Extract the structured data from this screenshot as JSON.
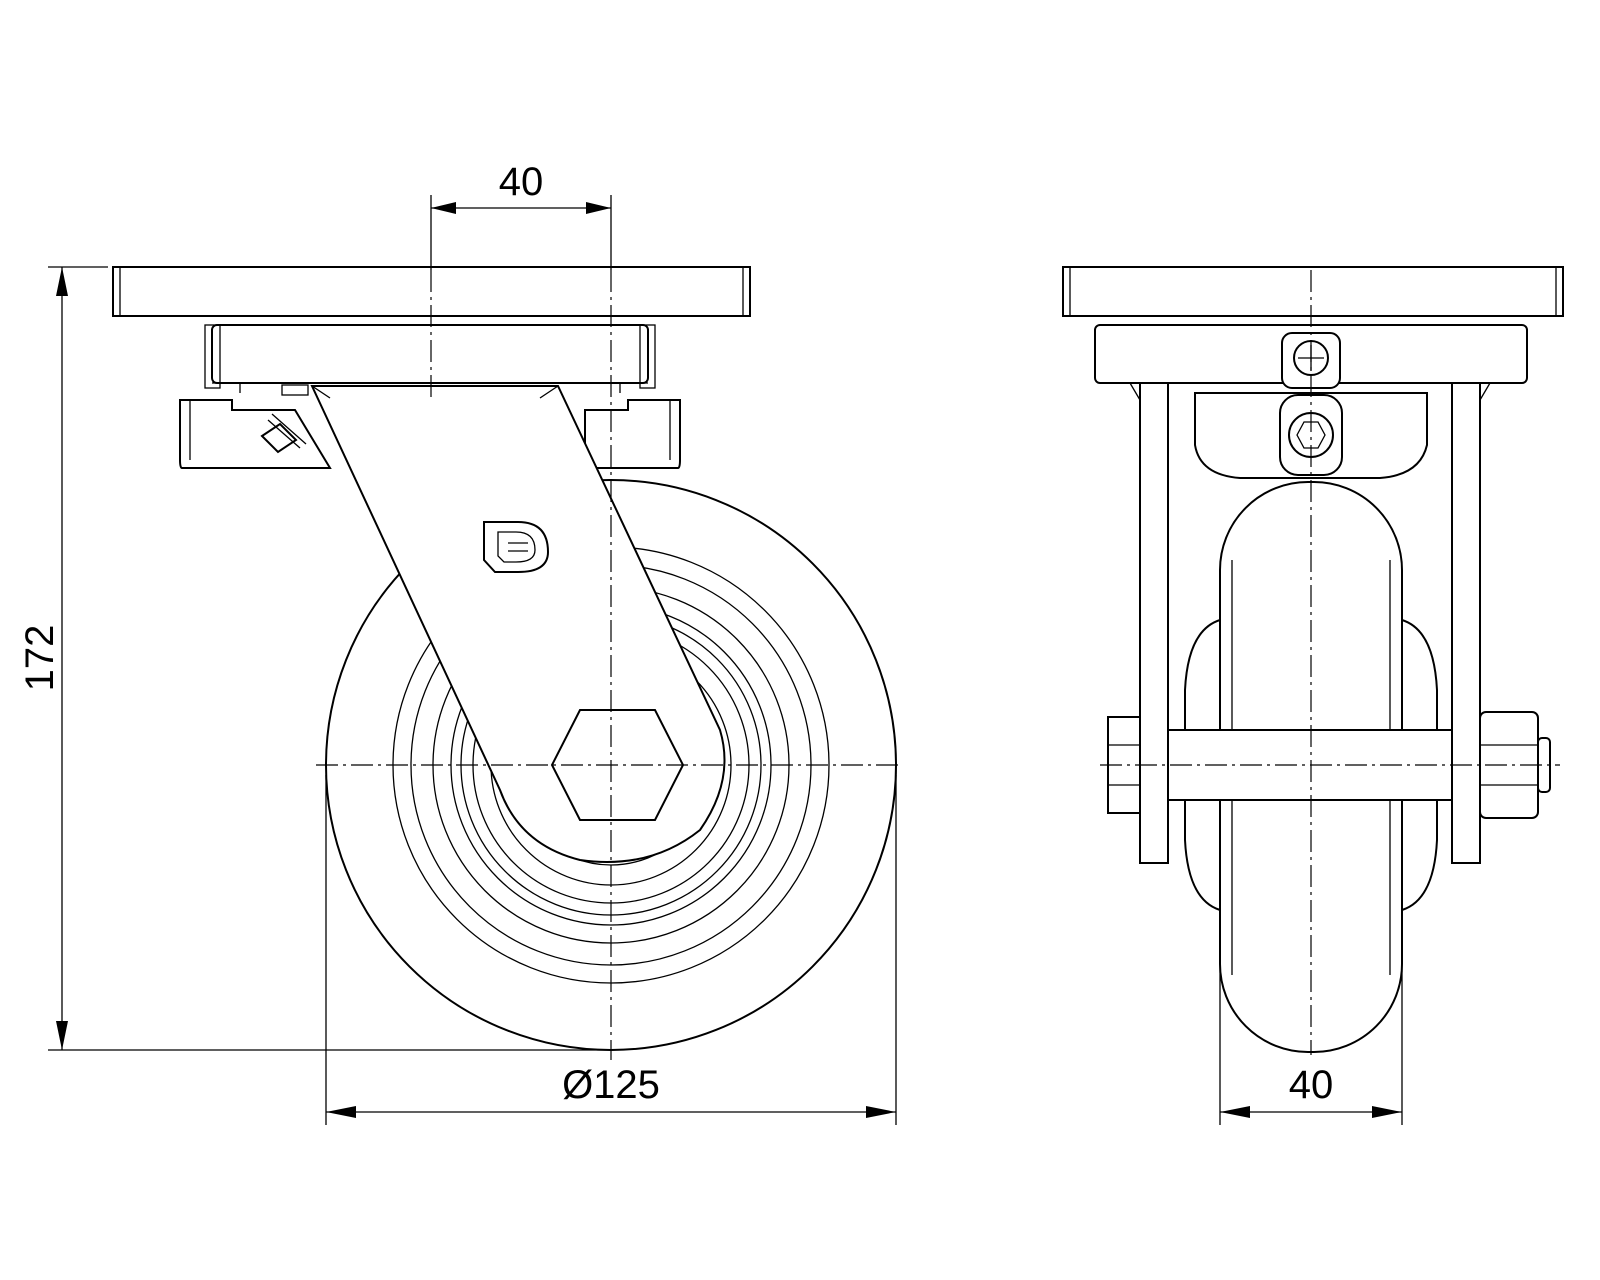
{
  "dimensions": {
    "top_offset": "40",
    "height": "172",
    "wheel_diameter": "Ø125",
    "wheel_width": "40"
  },
  "views": {
    "side_view": "swivel-caster-side-elevation",
    "front_view": "swivel-caster-front-elevation"
  },
  "logo": {
    "letter": "D"
  },
  "colors": {
    "line": "#000000",
    "background": "#ffffff"
  }
}
